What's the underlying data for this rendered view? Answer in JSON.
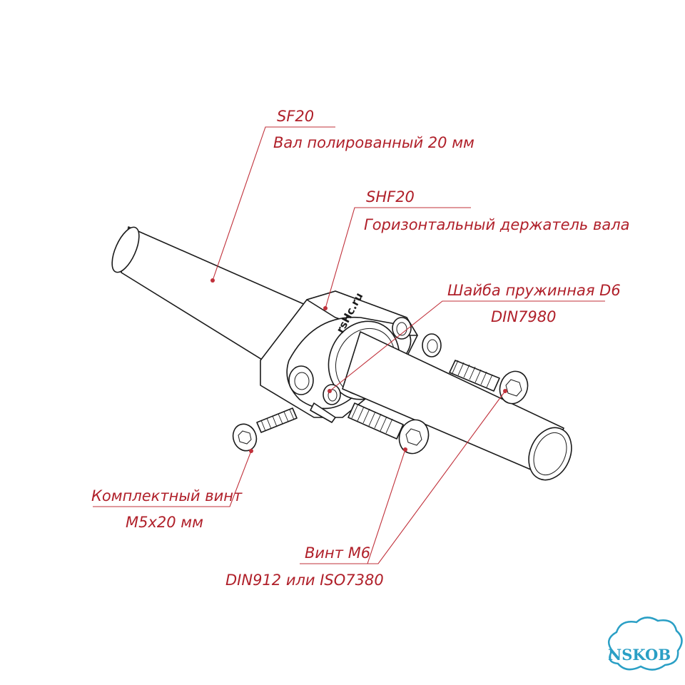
{
  "callouts": {
    "shaft": {
      "code": "SF20",
      "desc": "Вал полированный 20 мм"
    },
    "holder": {
      "code": "SHF20",
      "desc": "Горизонтальный держатель вала"
    },
    "washer": {
      "line1": "Шайба пружинная D6",
      "line2": "DIN7980"
    },
    "screw_m5": {
      "line1": "Комплектный винт",
      "line2": "M5x20 мм"
    },
    "screw_m6": {
      "line1": "Винт M6",
      "line2": "DIN912 или ISO7380"
    }
  },
  "holder_marking": "rsHc.ru",
  "watermark": "NSKOB",
  "colors": {
    "callout": "#b0202a",
    "linework": "#1a1a1a",
    "watermark": "#2a9fc5"
  }
}
